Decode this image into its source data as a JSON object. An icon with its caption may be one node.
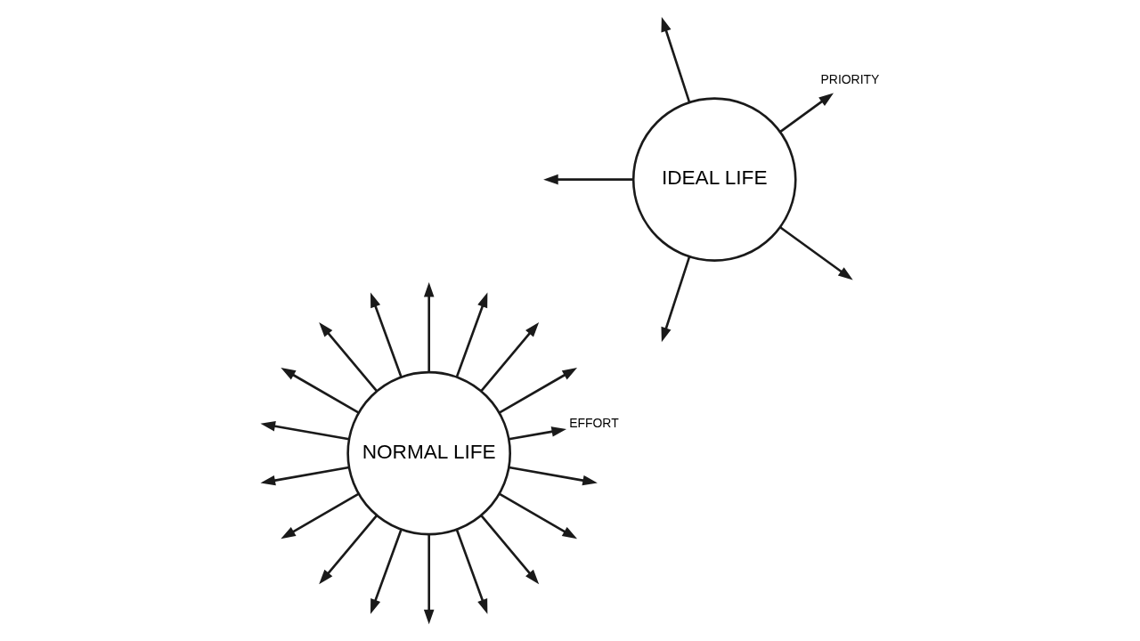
{
  "diagram": {
    "nodes": [
      {
        "text": [
          "PRIORITY"
        ]
      },
      {
        "text": [
          "EFFORT"
        ]
      },
      {
        "text": [
          "NORMAL LIFE"
        ]
      },
      {
        "text": [
          "IDEAL LIFE"
        ]
      }
    ],
    "edges": [
      {
        "from": 2,
        "to": null,
        "arrow": "to"
      },
      {
        "from": 2,
        "to": null,
        "arrow": "to"
      },
      {
        "from": 2,
        "to": 1,
        "arrow": "to"
      },
      {
        "from": 2,
        "to": null,
        "arrow": "to"
      },
      {
        "from": 2,
        "to": null,
        "arrow": "to"
      },
      {
        "from": 2,
        "to": null,
        "arrow": "to"
      },
      {
        "from": 2,
        "to": null,
        "arrow": "to"
      },
      {
        "from": 2,
        "to": null,
        "arrow": "to"
      },
      {
        "from": 2,
        "to": null,
        "arrow": "to"
      },
      {
        "from": 2,
        "to": null,
        "arrow": "to"
      },
      {
        "from": 2,
        "to": null,
        "arrow": "to"
      },
      {
        "from": 2,
        "to": null,
        "arrow": "to"
      },
      {
        "from": 2,
        "to": null,
        "arrow": "to"
      },
      {
        "from": 2,
        "to": null,
        "arrow": "to"
      },
      {
        "from": 2,
        "to": null,
        "arrow": "to"
      },
      {
        "from": 2,
        "to": null,
        "arrow": "to"
      },
      {
        "from": 2,
        "to": null,
        "arrow": "to"
      },
      {
        "from": 2,
        "to": null,
        "arrow": "to"
      },
      {
        "from": 3,
        "to": null,
        "arrow": "to"
      },
      {
        "from": 3,
        "to": null,
        "arrow": "to"
      },
      {
        "from": 3,
        "to": 0,
        "arrow": "to"
      },
      {
        "from": 3,
        "to": null,
        "arrow": "to"
      },
      {
        "from": 3,
        "to": null,
        "arrow": "to"
      }
    ]
  }
}
